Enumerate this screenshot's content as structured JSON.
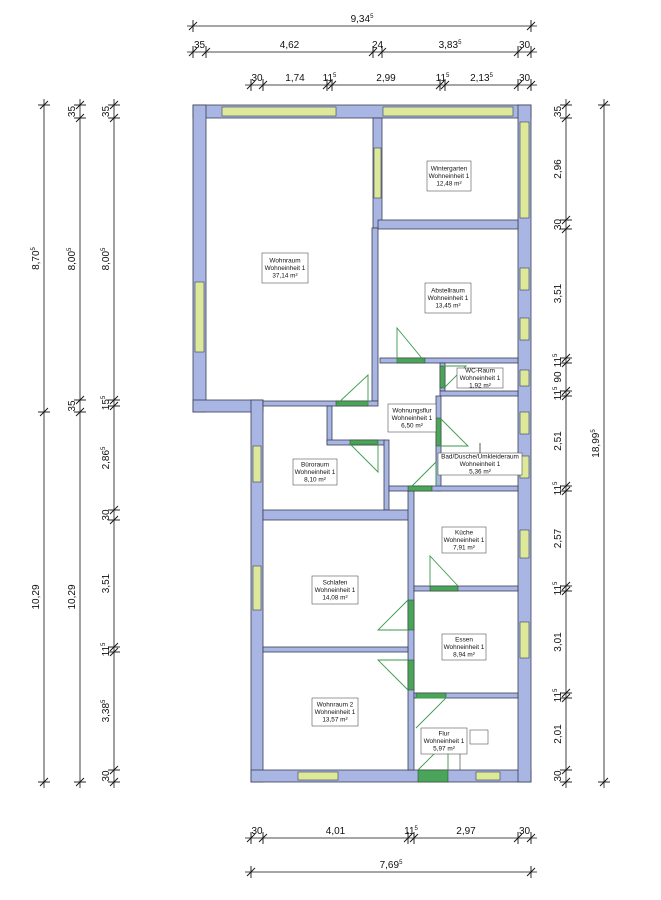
{
  "rooms": [
    {
      "id": "wintergarten",
      "name": "Wintergarten",
      "unit": "Wohneinheit 1",
      "area": "12,48 m²"
    },
    {
      "id": "wohnraum",
      "name": "Wohnraum",
      "unit": "Wohneinheit 1",
      "area": "37,14 m²"
    },
    {
      "id": "abstellraum",
      "name": "Abstellraum",
      "unit": "Wohneinheit 1",
      "area": "13,45 m²"
    },
    {
      "id": "wc",
      "name": "WC-Raum",
      "unit": "Wohneinheit 1",
      "area": "1,92 m²"
    },
    {
      "id": "wohnungsflur",
      "name": "Wohnungsflur",
      "unit": "Wohneinheit 1",
      "area": "6,50 m²"
    },
    {
      "id": "bad",
      "name": "Bad/Dusche/Umkleideraum",
      "unit": "Wohneinheit 1",
      "area": "5,36 m²"
    },
    {
      "id": "buero",
      "name": "Büroraum",
      "unit": "Wohneinheit 1",
      "area": "8,10 m²"
    },
    {
      "id": "kueche",
      "name": "Küche",
      "unit": "Wohneinheit 1",
      "area": "7,91 m²"
    },
    {
      "id": "schlafen",
      "name": "Schlafen",
      "unit": "Wohneinheit 1",
      "area": "14,08 m²"
    },
    {
      "id": "essen",
      "name": "Essen",
      "unit": "Wohneinheit 1",
      "area": "8,94 m²"
    },
    {
      "id": "wohnraum2",
      "name": "Wohnraum 2",
      "unit": "Wohneinheit 1",
      "area": "13,57 m²"
    },
    {
      "id": "flur",
      "name": "Flur",
      "unit": "Wohneinheit 1",
      "area": "5,97 m²"
    }
  ],
  "dims": {
    "top_total": {
      "text": "9,34",
      "sup": "5"
    },
    "top_row2": [
      {
        "text": "35",
        "sup": ""
      },
      {
        "text": "4,62",
        "sup": ""
      },
      {
        "text": "24",
        "sup": ""
      },
      {
        "text": "3,83",
        "sup": "5"
      },
      {
        "text": "30",
        "sup": ""
      }
    ],
    "top_row3": [
      {
        "text": "30",
        "sup": ""
      },
      {
        "text": "1,74",
        "sup": ""
      },
      {
        "text": "11",
        "sup": "5"
      },
      {
        "text": "2,99",
        "sup": ""
      },
      {
        "text": "11",
        "sup": "5"
      },
      {
        "text": "2,13",
        "sup": "5"
      },
      {
        "text": "30",
        "sup": ""
      }
    ],
    "bottom_row1": [
      {
        "text": "30",
        "sup": ""
      },
      {
        "text": "4,01",
        "sup": ""
      },
      {
        "text": "11",
        "sup": "5"
      },
      {
        "text": "2,97",
        "sup": ""
      },
      {
        "text": "30",
        "sup": ""
      }
    ],
    "bottom_total": {
      "text": "7,69",
      "sup": "5"
    },
    "left_col1": [
      {
        "text": "8,70",
        "sup": "5"
      },
      {
        "text": "10,29",
        "sup": ""
      }
    ],
    "left_col2": [
      {
        "text": "35",
        "sup": ""
      },
      {
        "text": "8,00",
        "sup": "5"
      },
      {
        "text": "35",
        "sup": ""
      },
      {
        "text": "10,29",
        "sup": ""
      }
    ],
    "left_col3": [
      {
        "text": "35",
        "sup": ""
      },
      {
        "text": "8,00",
        "sup": "5"
      },
      {
        "text": "15",
        "sup": "5"
      },
      {
        "text": "2,86",
        "sup": "5"
      },
      {
        "text": "30",
        "sup": ""
      },
      {
        "text": "3,51",
        "sup": ""
      },
      {
        "text": "11",
        "sup": "5"
      },
      {
        "text": "3,38",
        "sup": "5"
      },
      {
        "text": "30",
        "sup": ""
      }
    ],
    "right_col1": [
      {
        "text": "35",
        "sup": ""
      },
      {
        "text": "2,96",
        "sup": ""
      },
      {
        "text": "30",
        "sup": ""
      },
      {
        "text": "3,51",
        "sup": ""
      },
      {
        "text": "11",
        "sup": "5"
      },
      {
        "text": "90",
        "sup": ""
      },
      {
        "text": "11",
        "sup": "5"
      },
      {
        "text": "2,51",
        "sup": ""
      },
      {
        "text": "11",
        "sup": "5"
      },
      {
        "text": "2,57",
        "sup": ""
      },
      {
        "text": "11",
        "sup": "5"
      },
      {
        "text": "3,01",
        "sup": ""
      },
      {
        "text": "11",
        "sup": "5"
      },
      {
        "text": "2,01",
        "sup": ""
      },
      {
        "text": "30",
        "sup": ""
      }
    ],
    "right_total": {
      "text": "18,99",
      "sup": "5"
    }
  }
}
